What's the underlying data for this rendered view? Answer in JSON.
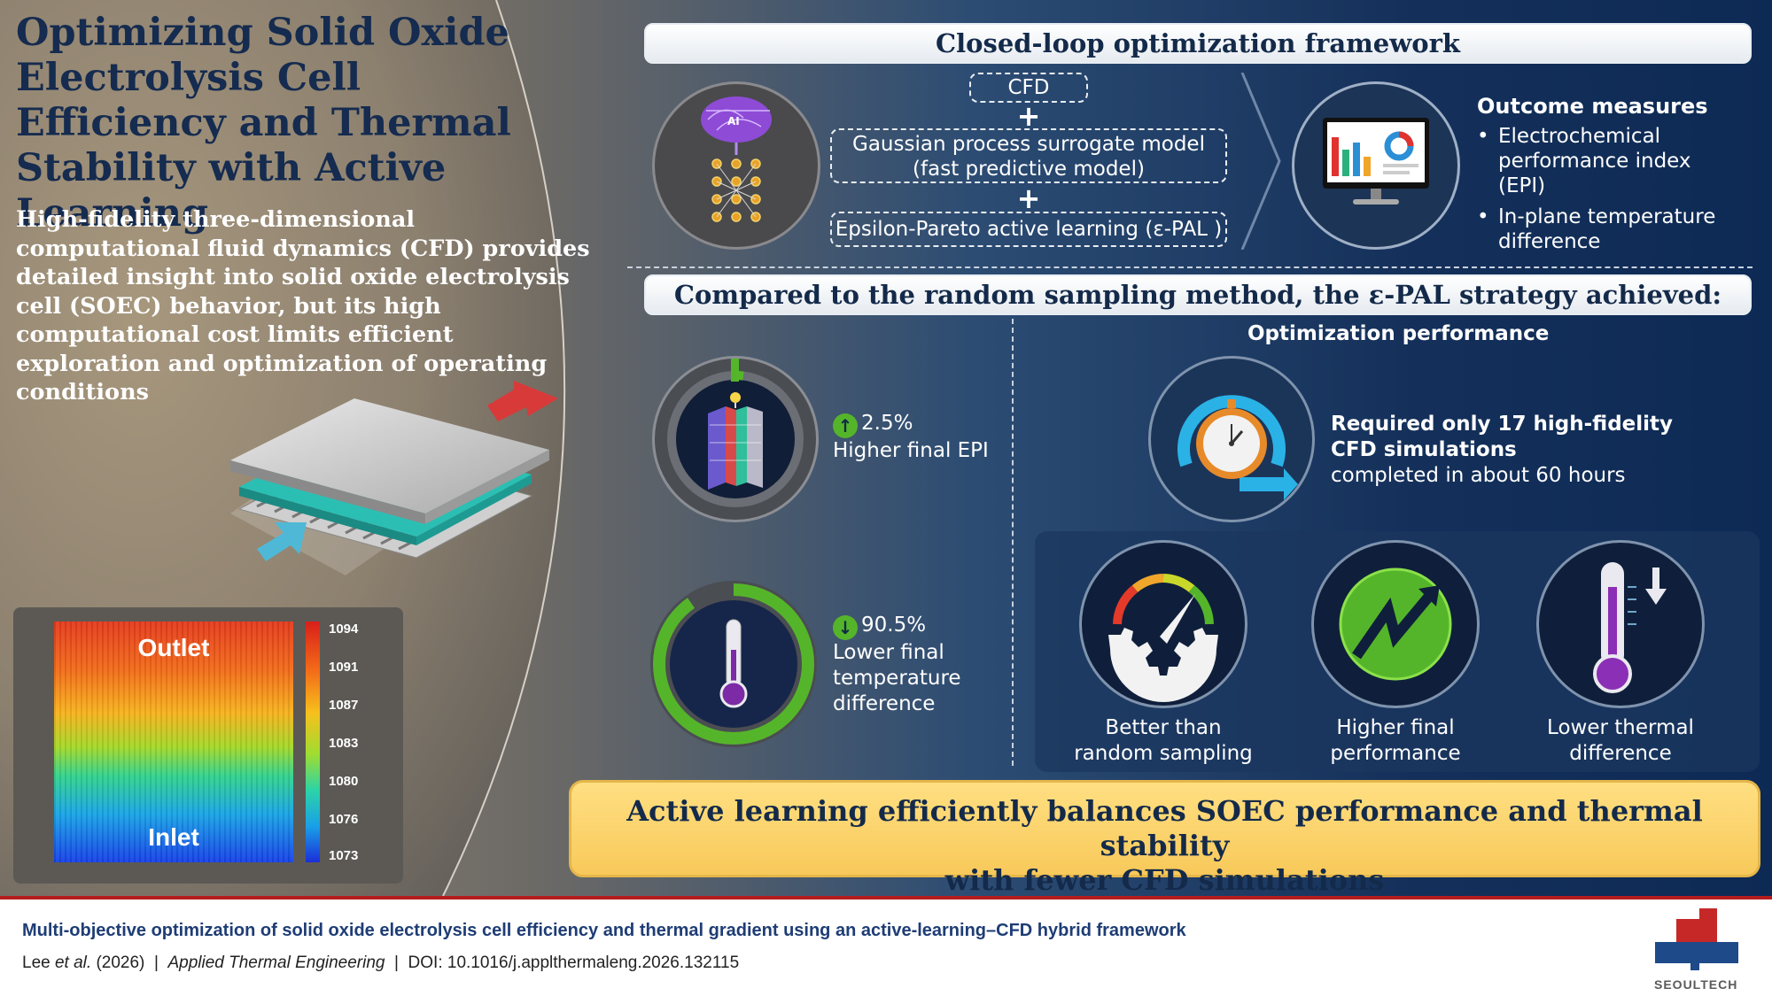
{
  "title": "Optimizing Solid Oxide Electrolysis Cell Efficiency and Thermal Stability with Active Learning",
  "intro": "High-fidelity three-dimensional computational fluid dynamics (CFD) provides detailed insight into solid oxide electrolysis cell (SOEC) behavior, but its high computational cost limits efficient exploration and optimization of operating conditions",
  "heatmap": {
    "outlet_label": "Outlet",
    "inlet_label": "Inlet",
    "ticks": [
      "1094",
      "1091",
      "1087",
      "1083",
      "1080",
      "1076",
      "1073"
    ]
  },
  "framework": {
    "header": "Closed-loop optimization framework",
    "ai_label": "AI",
    "box_cfd": "CFD",
    "plus": "+",
    "box_gp_line1": "Gaussian process surrogate model",
    "box_gp_line2": "(fast predictive model)",
    "box_epal": "Epsilon-Pareto active learning (ε-PAL )",
    "outcome_title": "Outcome measures",
    "outcome_items": [
      "Electrochemical performance index (EPI)",
      "In-plane temperature difference"
    ]
  },
  "comparison": {
    "header": "Compared to the random sampling method, the ε-PAL strategy achieved:",
    "epi_value": "2.5%",
    "epi_label": "Higher final EPI",
    "temp_value": "90.5%",
    "temp_label_line1": "Lower final",
    "temp_label_line2": "temperature",
    "temp_label_line3": "difference",
    "opt_title": "Optimization performance",
    "opt_line1": "Required only 17 high-fidelity",
    "opt_line2": "CFD simulations",
    "opt_line3": "completed in about 60 hours",
    "benefits": [
      {
        "line1": "Better than",
        "line2": "random sampling"
      },
      {
        "line1": "Higher final",
        "line2": "performance"
      },
      {
        "line1": "Lower thermal",
        "line2": "difference"
      }
    ]
  },
  "conclusion": {
    "line1": "Active learning efficiently balances SOEC performance and thermal stability",
    "line2": "with fewer CFD simulations"
  },
  "footer": {
    "title": "Multi-objective optimization of solid oxide electrolysis cell efficiency and thermal gradient using an active-learning–CFD hybrid framework",
    "author": "Lee ",
    "etal": "et al.",
    "year": " (2026)  |  ",
    "journal": "Applied Thermal Engineering",
    "doi": "  |  DOI: 10.1016/j.applthermaleng.2026.132115",
    "logo_text": "SEOULTECH"
  },
  "colors": {
    "navy": "#142a4a",
    "accent_green": "#55b52a",
    "gold": "#f8c95a",
    "footer_red": "#b51d1d"
  }
}
